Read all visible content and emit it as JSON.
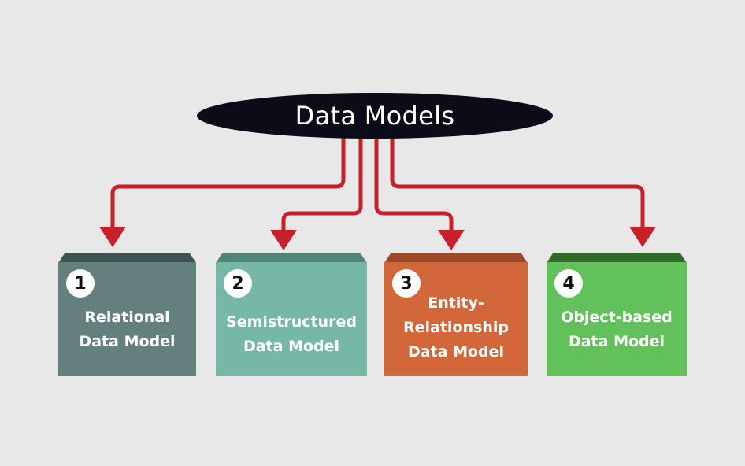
{
  "root": {
    "label": "Data Models",
    "color": "#0c0c18"
  },
  "arrow_color": "#c8202a",
  "models": [
    {
      "number": "1",
      "lines": [
        "Relational",
        "Data Model"
      ],
      "front": "#63807e",
      "top": "#3f5452"
    },
    {
      "number": "2",
      "lines": [
        "Semistructured",
        "Data Model"
      ],
      "front": "#76b7a8",
      "top": "#4f8677"
    },
    {
      "number": "3",
      "lines": [
        "Entity-",
        "Relationship",
        "Data Model"
      ],
      "front": "#d2673a",
      "top": "#9e4a28"
    },
    {
      "number": "4",
      "lines": [
        "Object-based",
        "Data Model"
      ],
      "front": "#62c15a",
      "top": "#2f6b27"
    }
  ]
}
